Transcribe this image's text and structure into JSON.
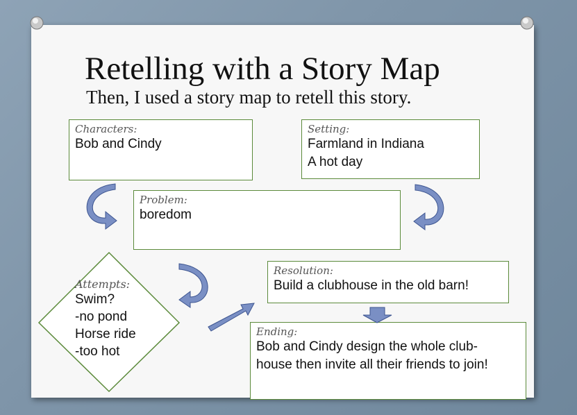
{
  "slide": {
    "title": "Retelling with a Story Map",
    "subtitle": "Then, I used a story map to retell this story."
  },
  "characters": {
    "label": "Characters:",
    "lines": [
      "Bob and Cindy"
    ]
  },
  "setting": {
    "label": "Setting:",
    "lines": [
      "Farmland in Indiana",
      "A hot day"
    ]
  },
  "problem": {
    "label": "Problem:",
    "lines": [
      "boredom"
    ]
  },
  "attempts": {
    "label": "Attempts:",
    "lines": [
      "Swim?",
      "-no pond",
      "Horse ride",
      "-too hot"
    ]
  },
  "resolution": {
    "label": "Resolution:",
    "lines": [
      "Build a clubhouse in the old barn!"
    ]
  },
  "ending": {
    "label": "Ending:",
    "lines": [
      "Bob and Cindy design the whole club-",
      "house then invite all their friends to join!"
    ]
  },
  "colors": {
    "box_border": "#5b8a3a",
    "arrow_fill": "#7a8fc4",
    "arrow_stroke": "#3d5590"
  }
}
